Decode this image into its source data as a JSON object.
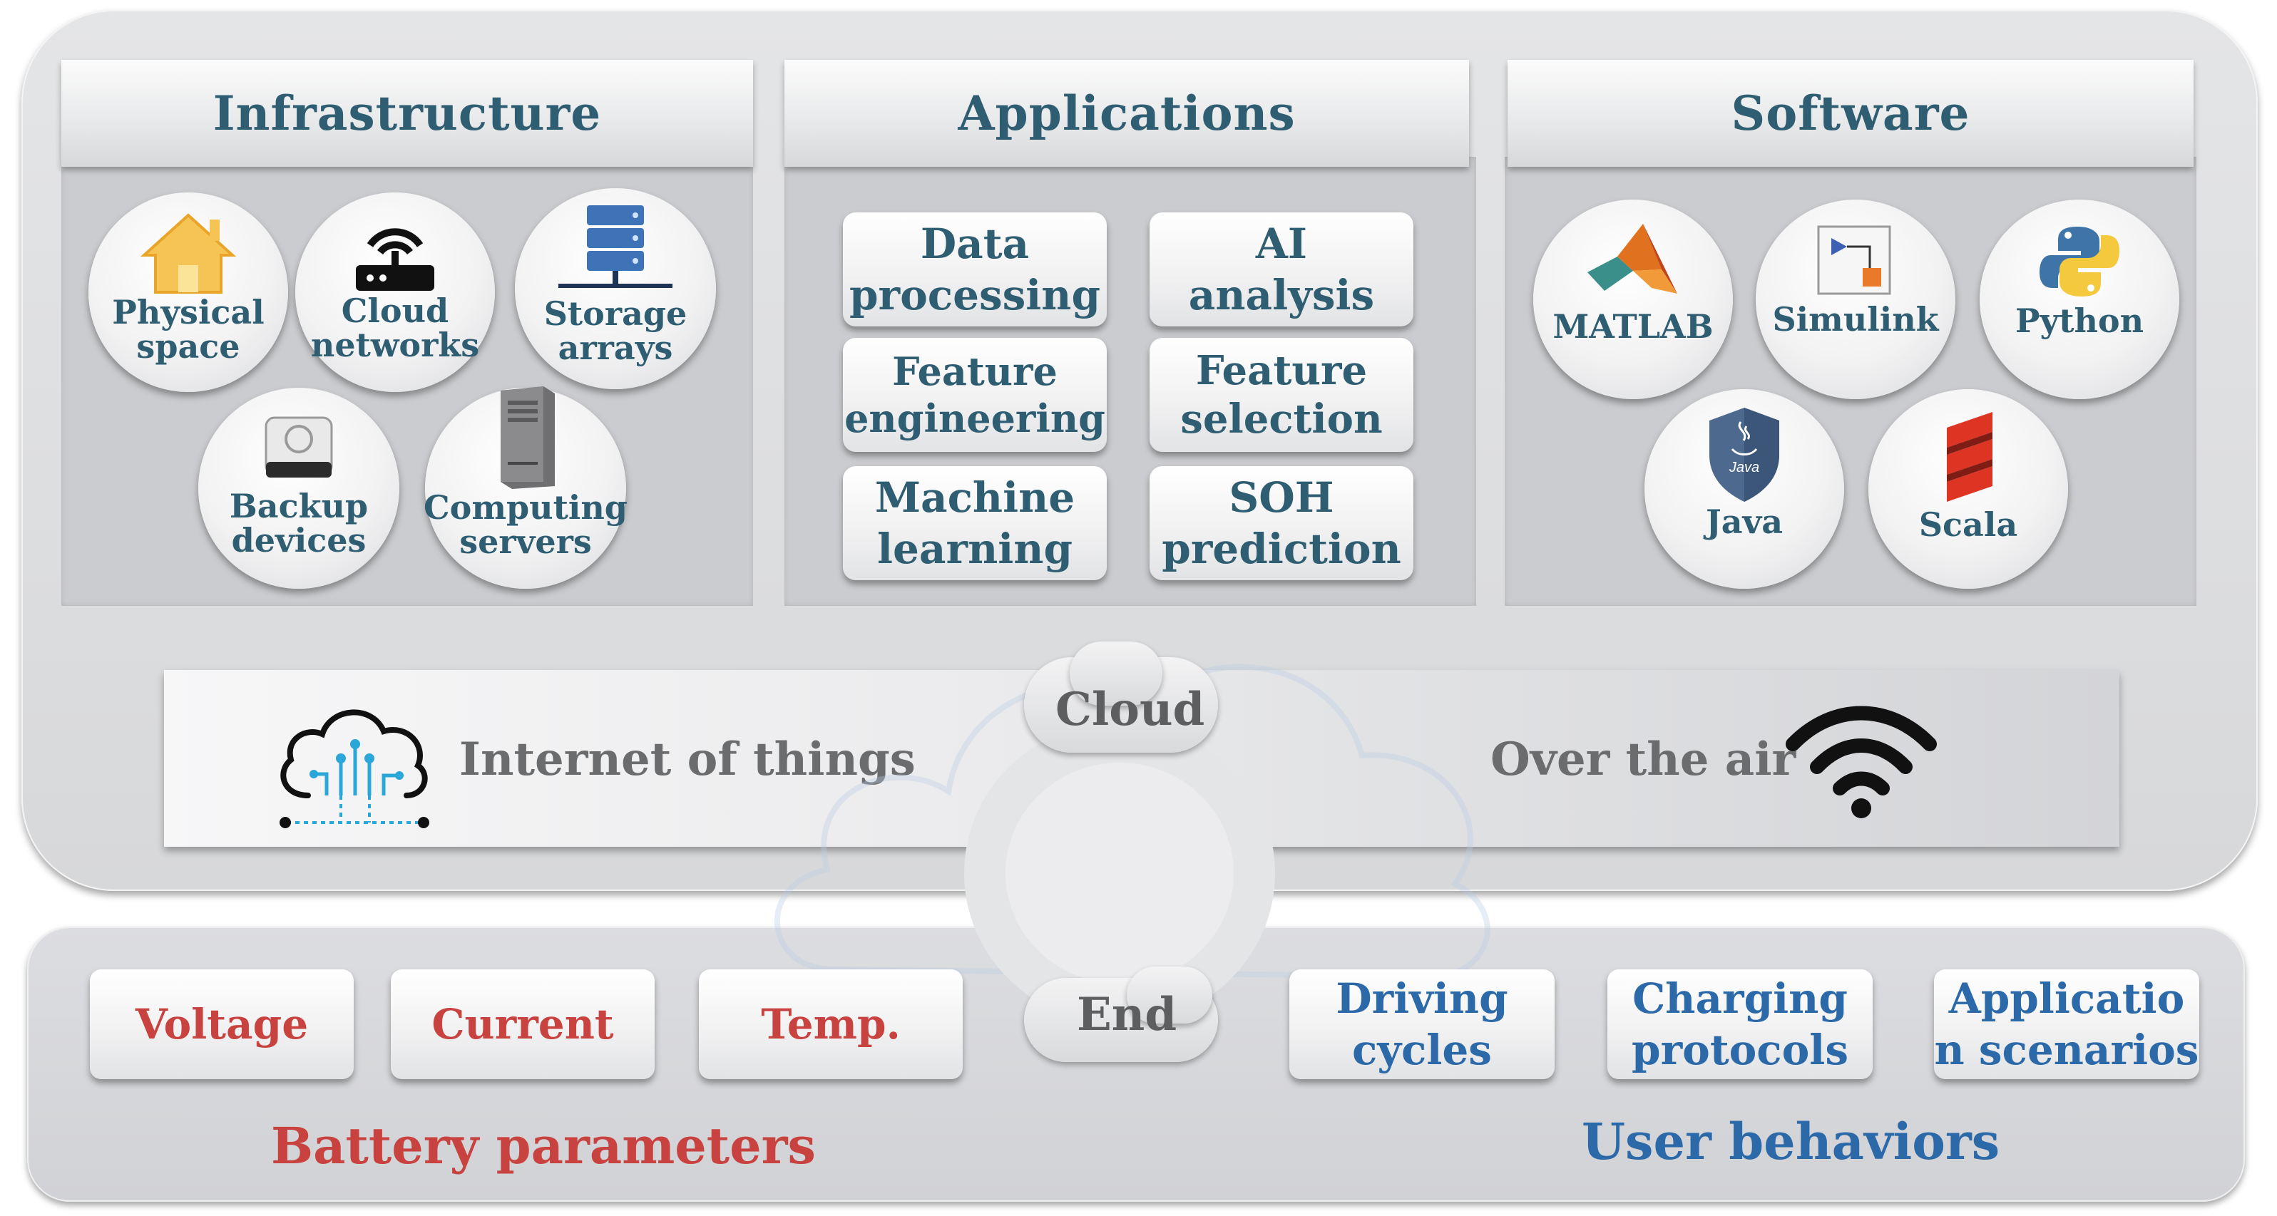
{
  "infrastructure": {
    "title": "Infrastructure",
    "items": [
      "Physical\nspace",
      "Cloud\nnetworks",
      "Storage\narrays",
      "Backup\ndevices",
      "Computing\nservers"
    ]
  },
  "applications": {
    "title": "Applications",
    "items": [
      "Data\nprocessing",
      "AI\nanalysis",
      "Feature\nengineering",
      "Feature\nselection",
      "Machine\nlearning",
      "SOH\nprediction"
    ]
  },
  "software": {
    "title": "Software",
    "items": [
      "MATLAB",
      "Simulink",
      "Python",
      "Java",
      "Scala"
    ]
  },
  "connectivity": {
    "iot": "Internet of things",
    "ota": "Over the air",
    "cloud": "Cloud",
    "end": "End"
  },
  "battery_parameters": {
    "title": "Battery parameters",
    "items": [
      "Voltage",
      "Current",
      "Temp."
    ]
  },
  "user_behaviors": {
    "title": "User behaviors",
    "items": [
      "Driving\ncycles",
      "Charging\nprotocols",
      "Applicatio\nn scenarios"
    ]
  },
  "colors": {
    "header_text": "#2f5e73",
    "battery_red": "#c8423f",
    "user_blue": "#2c69a8",
    "band_text": "#6b6c6e"
  },
  "icons": [
    "house-icon",
    "router-icon",
    "server-rack-icon",
    "hard-drive-icon",
    "tower-server-icon",
    "matlab-icon",
    "simulink-icon",
    "python-icon",
    "java-icon",
    "scala-icon",
    "circuit-cloud-icon",
    "wifi-icon"
  ]
}
